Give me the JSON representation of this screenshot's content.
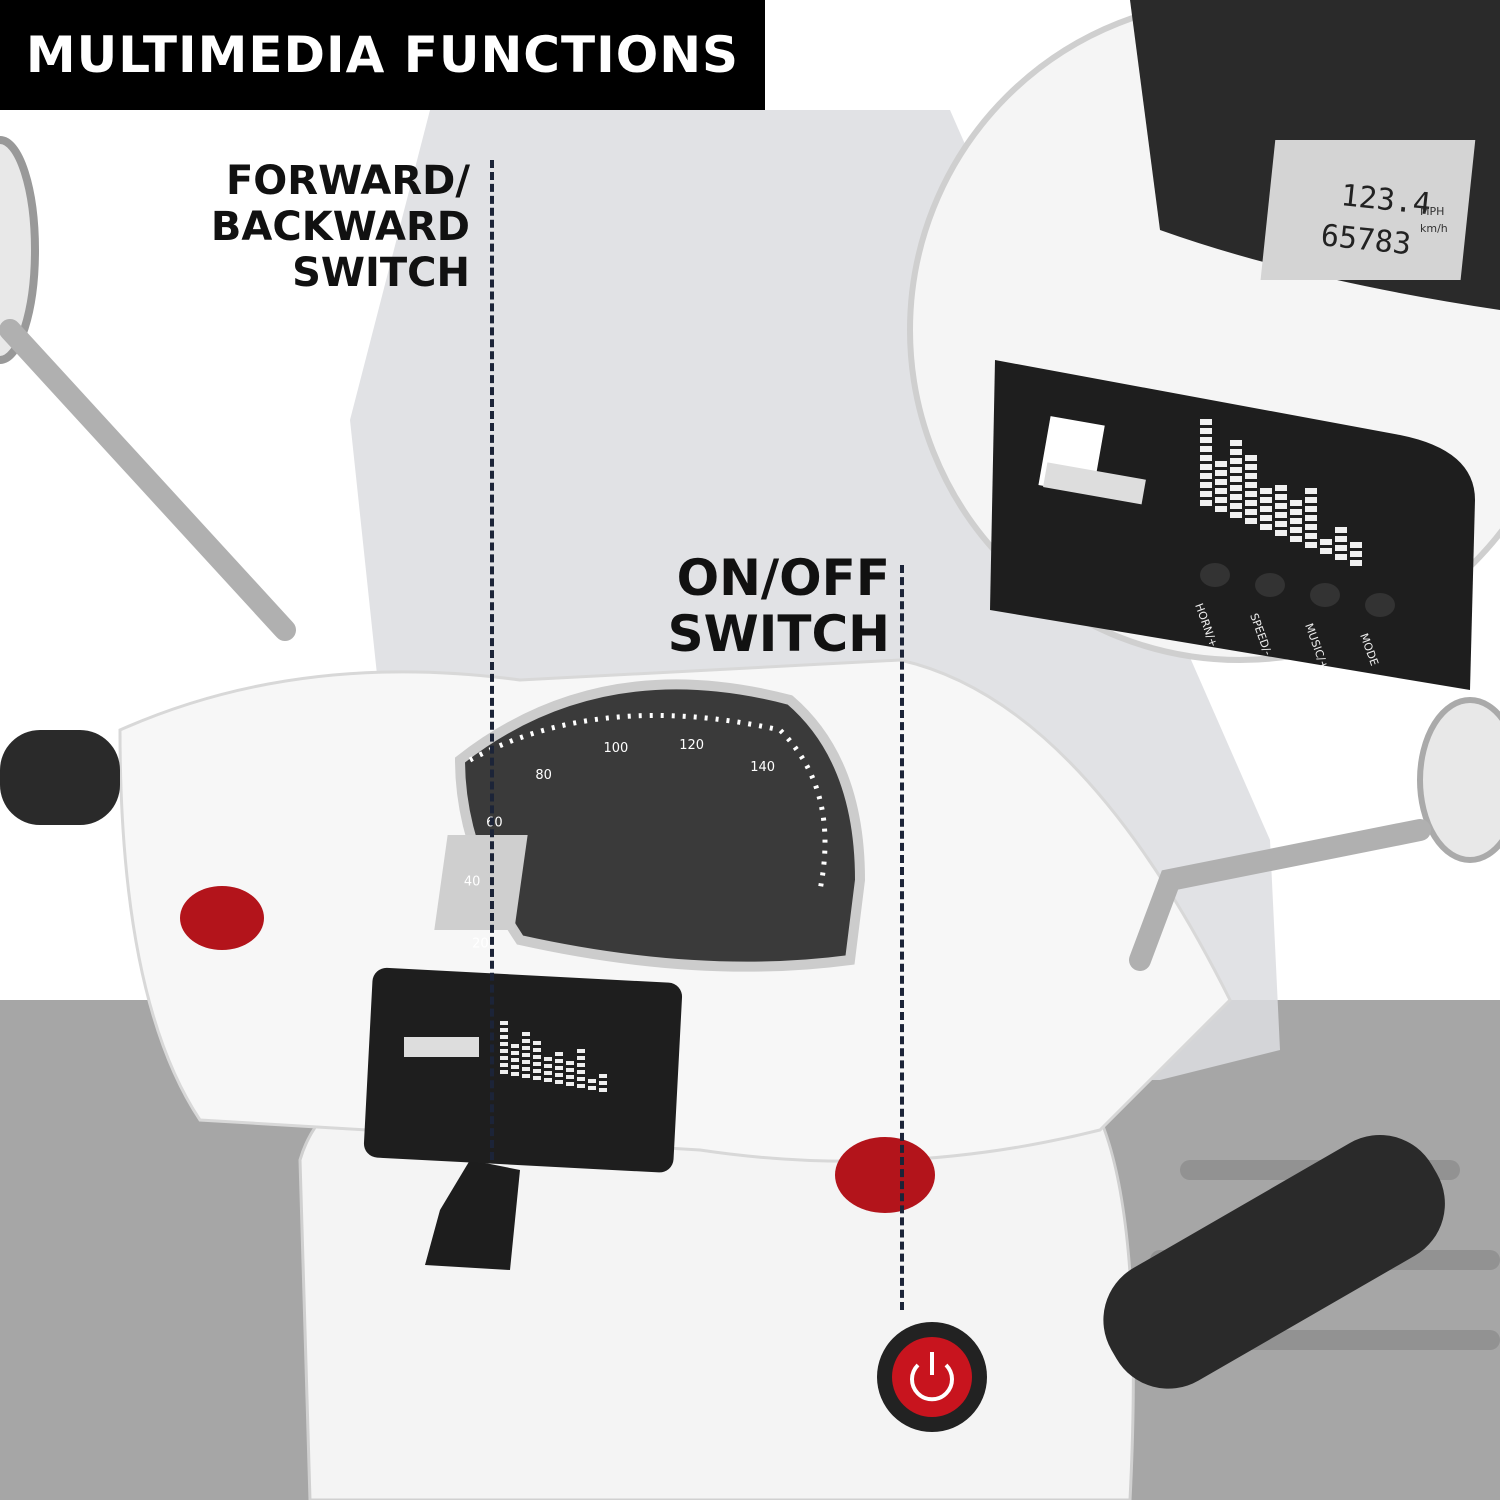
{
  "title": "MULTIMEDIA FUNCTIONS",
  "callouts": {
    "forward_backward": [
      "FORWARD/",
      "BACKWARD",
      "SWITCH"
    ],
    "on_off": [
      "ON/OFF",
      "SWITCH"
    ]
  },
  "dashboard": {
    "lcd_speed": "123.4",
    "lcd_odometer": "65783",
    "lcd_units": [
      "MPH",
      "km/h"
    ],
    "speed_ticks": [
      "20",
      "40",
      "60",
      "80",
      "100",
      "120",
      "140"
    ],
    "panel_buttons": [
      "HORN/+",
      "SPEED/-",
      "MUSIC/+",
      "MODE"
    ]
  },
  "colors": {
    "accent_red": "#c8141e",
    "label_dark": "#111111",
    "floor_gray": "#a6a6a6",
    "dash_line": "#1c2438"
  }
}
